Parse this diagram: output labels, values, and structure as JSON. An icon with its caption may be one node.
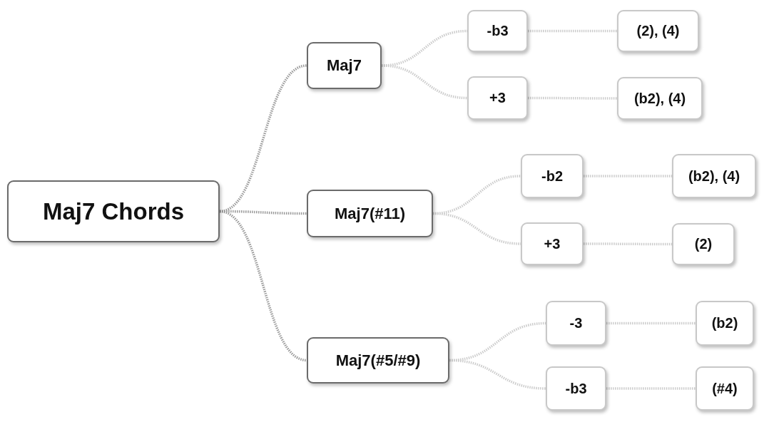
{
  "diagram": {
    "nodes": [
      {
        "text": [
          "Maj7 Chords"
        ]
      },
      {
        "text": [
          "Maj7"
        ]
      },
      {
        "text": [
          "-b3"
        ]
      },
      {
        "text": [
          "(2), (4)"
        ]
      },
      {
        "text": [
          "+3"
        ]
      },
      {
        "text": [
          "(b2), (4)"
        ]
      },
      {
        "text": [
          "Maj7(#11)"
        ]
      },
      {
        "text": [
          "-b2"
        ]
      },
      {
        "text": [
          "(b2), (4)"
        ]
      },
      {
        "text": [
          "+3"
        ]
      },
      {
        "text": [
          "(2)"
        ]
      },
      {
        "text": [
          "Maj7(#5/#9)"
        ]
      },
      {
        "text": [
          "-3"
        ]
      },
      {
        "text": [
          "(b2)"
        ]
      },
      {
        "text": [
          "-b3"
        ]
      },
      {
        "text": [
          "(#4)"
        ]
      }
    ],
    "edges": [
      {
        "from": 0,
        "to": 1,
        "arrow": "none",
        "color": "#999999"
      },
      {
        "from": 0,
        "to": 6,
        "arrow": "none",
        "color": "#999999"
      },
      {
        "from": 0,
        "to": 11,
        "arrow": "none",
        "color": "#999999"
      },
      {
        "from": 1,
        "to": 2,
        "arrow": "none"
      },
      {
        "from": 2,
        "to": 3,
        "arrow": "none"
      },
      {
        "from": 1,
        "to": 4,
        "arrow": "none"
      },
      {
        "from": 4,
        "to": 5,
        "arrow": "none"
      },
      {
        "from": 6,
        "to": 7,
        "arrow": "none"
      },
      {
        "from": 7,
        "to": 8,
        "arrow": "none"
      },
      {
        "from": 6,
        "to": 9,
        "arrow": "none"
      },
      {
        "from": 9,
        "to": 10,
        "arrow": "none"
      },
      {
        "from": 11,
        "to": 12,
        "arrow": "none"
      },
      {
        "from": 12,
        "to": 13,
        "arrow": "none"
      },
      {
        "from": 11,
        "to": 14,
        "arrow": "none"
      },
      {
        "from": 14,
        "to": 15,
        "arrow": "none"
      }
    ]
  }
}
